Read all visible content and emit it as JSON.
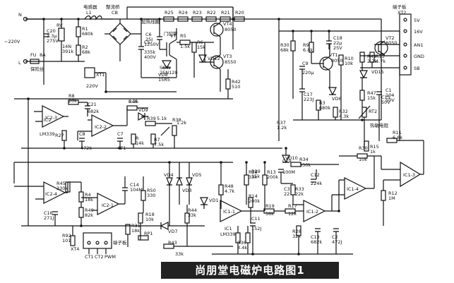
{
  "caption": "尚朋堂电磁炉电路图1",
  "terminal_block": {
    "title": "端子板",
    "id": "XT2",
    "pins": [
      "5V",
      "16V",
      "AN1",
      "GND",
      "SB"
    ]
  },
  "mains": {
    "voltage": "~220V",
    "phase": "N",
    "live": "L"
  },
  "fuse": {
    "ref": "FU",
    "value": "8A",
    "name": "保险丝"
  },
  "inductor": {
    "name": "电感器",
    "ref": "L1"
  },
  "bridge": {
    "name": "整流桥",
    "ref": "CB"
  },
  "coil_label": "加热线圈",
  "igbt_label": "门控管",
  "thermistor_label": "热敏电阻",
  "thermal_label": "热敏电阻",
  "xt1": {
    "ref": "XT1",
    "label": "220V"
  },
  "xt4": {
    "ref": "XT4",
    "label": "端子板",
    "pins": [
      "CT1",
      "CT2",
      "PWM"
    ]
  },
  "ics": [
    "IC2",
    "IC2-1",
    "IC2-2",
    "IC2-3",
    "IC2-4",
    "IC1",
    "IC1-1",
    "IC1-2",
    "IC1-3",
    "IC1-4"
  ],
  "ic_types": [
    "LM339",
    "LM339"
  ],
  "labels": [
    {
      "t": "R25"
    },
    {
      "t": "R24"
    },
    {
      "t": "R23"
    },
    {
      "t": "R22"
    },
    {
      "t": "R21"
    },
    {
      "t": "R20"
    },
    {
      "t": "C20"
    },
    {
      "t": "3.3μ"
    },
    {
      "t": "275V"
    },
    {
      "t": "RV"
    },
    {
      "t": "14N"
    },
    {
      "t": "391k"
    },
    {
      "t": "R1"
    },
    {
      "t": "680k"
    },
    {
      "t": "R2"
    },
    {
      "t": "68k"
    },
    {
      "t": "C5"
    },
    {
      "t": "335k"
    },
    {
      "t": "400V"
    },
    {
      "t": "C6"
    },
    {
      "t": "25J"
    },
    {
      "t": "1250V"
    },
    {
      "t": "VT"
    },
    {
      "t": "SGW"
    },
    {
      "t": "25N120"
    },
    {
      "t": "VD8"
    },
    {
      "t": "15R5"
    },
    {
      "t": "R5"
    },
    {
      "t": "1.5k"
    },
    {
      "t": "R6"
    },
    {
      "t": "15k"
    },
    {
      "t": "VD12"
    },
    {
      "t": "VT4"
    },
    {
      "t": "8050"
    },
    {
      "t": "VT3"
    },
    {
      "t": "8550"
    },
    {
      "t": "R42"
    },
    {
      "t": "510"
    },
    {
      "t": "R30"
    },
    {
      "t": "68k"
    },
    {
      "t": "R9"
    },
    {
      "t": "6.8k"
    },
    {
      "t": "C18"
    },
    {
      "t": "22μ"
    },
    {
      "t": "25V"
    },
    {
      "t": "VT1"
    },
    {
      "t": "8050"
    },
    {
      "t": "R10"
    },
    {
      "t": "10k"
    },
    {
      "t": "C9"
    },
    {
      "t": "220μ"
    },
    {
      "t": "C17"
    },
    {
      "t": "223J"
    },
    {
      "t": "VD6"
    },
    {
      "t": "R3"
    },
    {
      "t": "680k"
    },
    {
      "t": "R32"
    },
    {
      "t": "4.3k"
    },
    {
      "t": "VT2"
    },
    {
      "t": "8050"
    },
    {
      "t": "R49"
    },
    {
      "t": "2.7k"
    },
    {
      "t": "R13"
    },
    {
      "t": "4.7k"
    },
    {
      "t": "VD15"
    },
    {
      "t": "R47"
    },
    {
      "t": "15k"
    },
    {
      "t": "C1"
    },
    {
      "t": "104"
    },
    {
      "t": "50V"
    },
    {
      "t": "RT2"
    },
    {
      "t": "R15"
    },
    {
      "t": "1k"
    },
    {
      "t": "R11"
    },
    {
      "t": "6.8k"
    },
    {
      "t": "R30"
    },
    {
      "t": "10k"
    },
    {
      "t": "R12"
    },
    {
      "t": "1M"
    },
    {
      "t": "R8"
    },
    {
      "t": "20k"
    },
    {
      "t": "C21"
    },
    {
      "t": "682k"
    },
    {
      "t": "R46"
    },
    {
      "t": "8.2k"
    },
    {
      "t": "VD9"
    },
    {
      "t": "R39"
    },
    {
      "t": "5.1k"
    },
    {
      "t": "R27"
    },
    {
      "t": "C8"
    },
    {
      "t": "472k"
    },
    {
      "t": "C7"
    },
    {
      "t": "471"
    },
    {
      "t": "R"
    },
    {
      "t": "14k"
    },
    {
      "t": "R38"
    },
    {
      "t": "1.2k"
    },
    {
      "t": "R7"
    },
    {
      "t": "7.5k"
    },
    {
      "t": "R37"
    },
    {
      "t": "1.2k"
    },
    {
      "t": "VD10"
    },
    {
      "t": "R34"
    },
    {
      "t": "330k"
    },
    {
      "t": "R29"
    },
    {
      "t": "33k"
    },
    {
      "t": "R33"
    },
    {
      "t": "22k"
    },
    {
      "t": "R45"
    },
    {
      "t": "330k"
    },
    {
      "t": "R4"
    },
    {
      "t": "18k"
    },
    {
      "t": "R40"
    },
    {
      "t": "82k"
    },
    {
      "t": "C16"
    },
    {
      "t": "271J"
    },
    {
      "t": "R44"
    },
    {
      "t": "33k"
    },
    {
      "t": "C14"
    },
    {
      "t": "104M"
    },
    {
      "t": "R50"
    },
    {
      "t": "330"
    },
    {
      "t": "R18"
    },
    {
      "t": "10k"
    },
    {
      "t": "R31"
    },
    {
      "t": "18k"
    },
    {
      "t": "R92"
    },
    {
      "t": "101"
    },
    {
      "t": "VD7"
    },
    {
      "t": "R43"
    },
    {
      "t": "33k"
    },
    {
      "t": "RP1"
    },
    {
      "t": "VD4"
    },
    {
      "t": "VD3"
    },
    {
      "t": "VD5"
    },
    {
      "t": "VD1"
    },
    {
      "t": "R48"
    },
    {
      "t": "4.7k"
    },
    {
      "t": "R29"
    },
    {
      "t": "15k"
    },
    {
      "t": "R13"
    },
    {
      "t": "200k"
    },
    {
      "t": "R14"
    },
    {
      "t": "200k"
    },
    {
      "t": "R19"
    },
    {
      "t": "56k"
    },
    {
      "t": "R17"
    },
    {
      "t": "12k"
    },
    {
      "t": "C11"
    },
    {
      "t": "152J"
    },
    {
      "t": "R36"
    },
    {
      "t": "3.4k"
    },
    {
      "t": "R28"
    },
    {
      "t": "32k"
    },
    {
      "t": "C13"
    },
    {
      "t": "682k"
    },
    {
      "t": "C2"
    },
    {
      "t": "472J"
    },
    {
      "t": "C19"
    },
    {
      "t": "100M"
    },
    {
      "t": "C12"
    },
    {
      "t": "224k"
    },
    {
      "t": "C3"
    },
    {
      "t": "22"
    },
    {
      "t": "C15"
    },
    {
      "t": "50V"
    }
  ]
}
